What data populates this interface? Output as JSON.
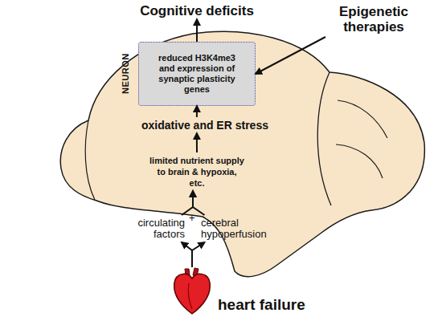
{
  "diagram": {
    "nodes": [
      {
        "text": [
          "Cognitive deficits"
        ]
      },
      {
        "text": [
          "Epigenetic therapies"
        ]
      },
      {
        "text": [
          "NEURON",
          "reduced H3K4me3 and expression of synaptic plasticity genes"
        ]
      },
      {
        "text": [
          "oxidative and ER stress"
        ]
      },
      {
        "text": [
          "limited nutrient supply to brain & hypoxia, etc."
        ]
      },
      {
        "text": [
          "circulating factors"
        ]
      },
      {
        "text": [
          "cerebral hypoperfusion"
        ]
      },
      {
        "text": [
          "heart failure"
        ]
      }
    ],
    "edges": [
      {
        "from": 2,
        "to": 0,
        "arrow": "to"
      },
      {
        "from": 1,
        "to": 2,
        "arrow": "to"
      },
      {
        "from": 3,
        "to": 2,
        "arrow": "to"
      },
      {
        "from": 4,
        "to": 3,
        "arrow": "to"
      },
      {
        "from": 7,
        "to": 5,
        "arrow": "to"
      },
      {
        "from": 7,
        "to": 6,
        "arrow": "to"
      },
      {
        "from": 5,
        "to": 4,
        "arrow": "to"
      },
      {
        "from": 6,
        "to": 4,
        "arrow": "to"
      }
    ],
    "labels": [
      "+"
    ]
  }
}
